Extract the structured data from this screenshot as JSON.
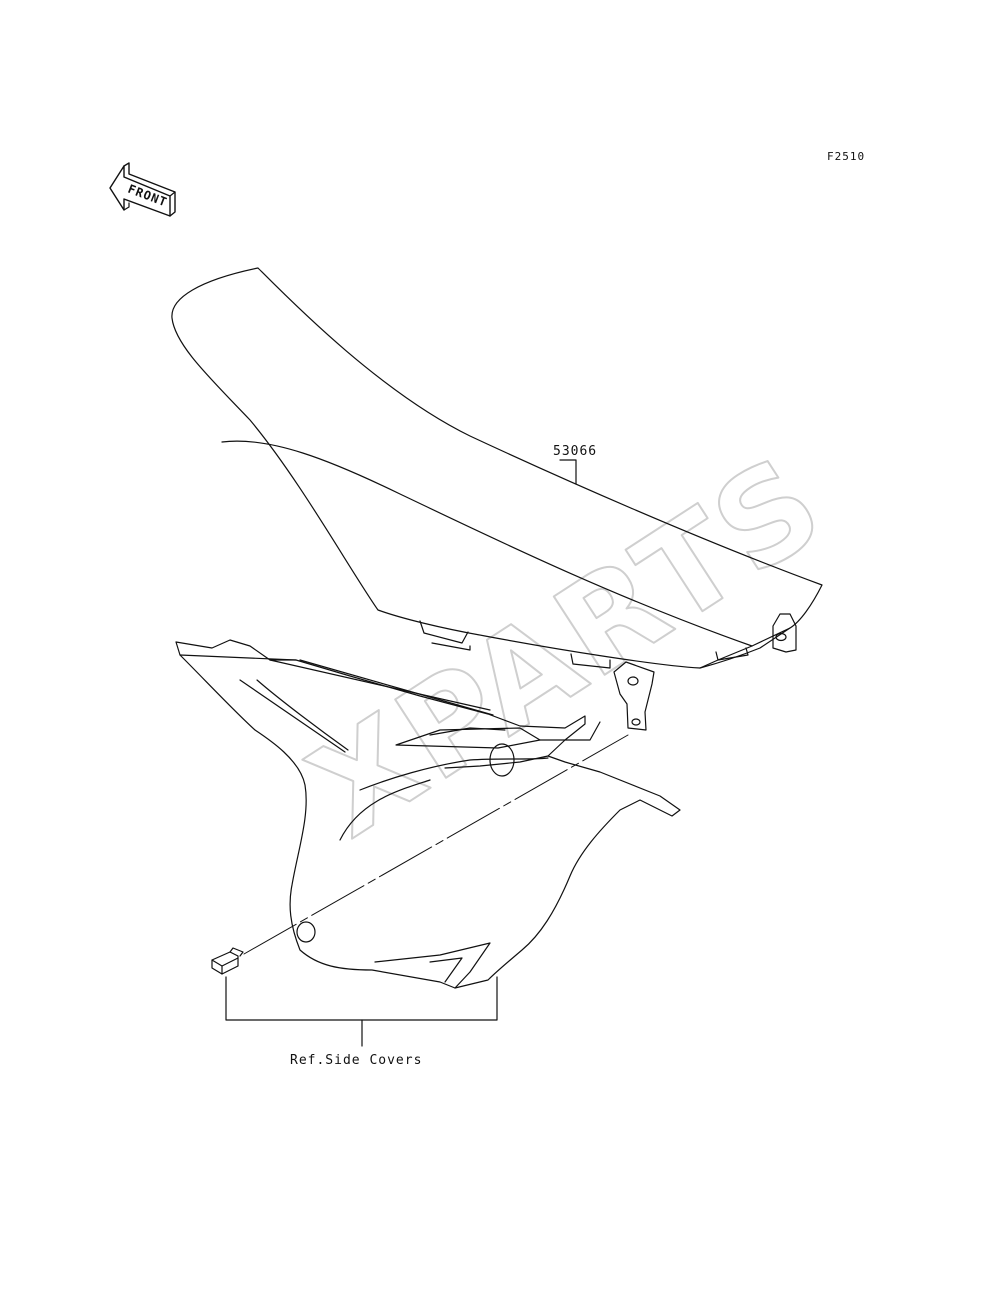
{
  "figure": {
    "id": "F2510"
  },
  "orientation": {
    "label": "FRONT"
  },
  "parts": [
    {
      "number": "53066",
      "name": "seat"
    }
  ],
  "references": [
    {
      "label": "Ref.Side Covers"
    }
  ],
  "watermark": {
    "text": "XPARTS"
  },
  "colors": {
    "line": "#111111",
    "background": "#ffffff",
    "watermark": "#d0d0d0"
  }
}
